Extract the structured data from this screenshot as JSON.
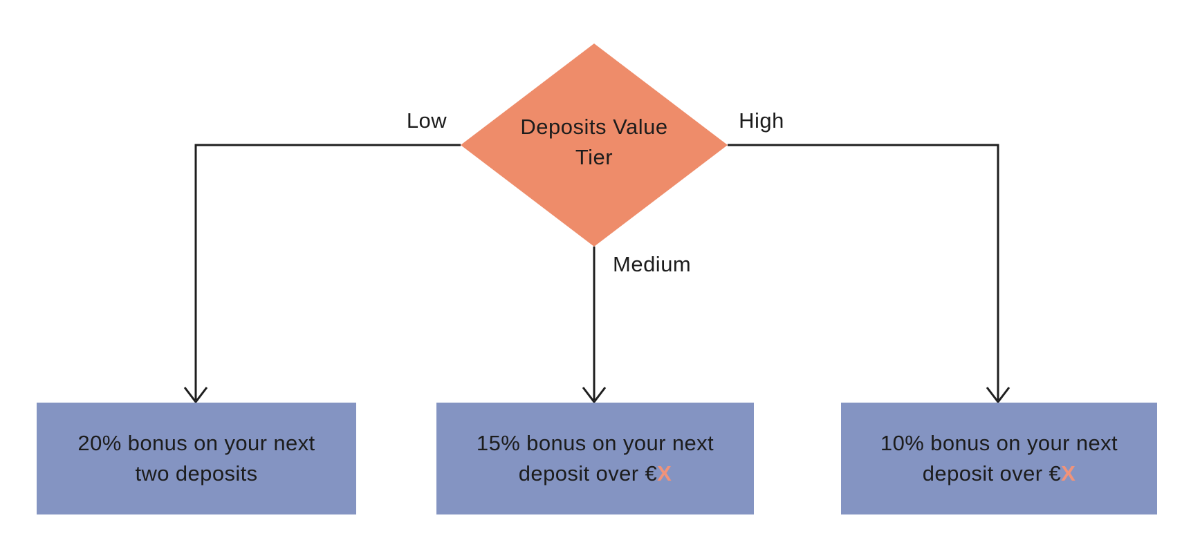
{
  "diagram": {
    "decision": {
      "line1": "Deposits Value",
      "line2": "Tier"
    },
    "branches": [
      {
        "label": "Low"
      },
      {
        "label": "Medium"
      },
      {
        "label": "High"
      }
    ],
    "outcomes": [
      {
        "line1": "20% bonus on your next",
        "line2": "two deposits",
        "highlight": ""
      },
      {
        "line1": "15% bonus on your next",
        "line2": "deposit over €",
        "highlight": "X"
      },
      {
        "line1": "10% bonus on your next",
        "line2": "deposit over €",
        "highlight": "X"
      }
    ]
  },
  "colors": {
    "accent": "#EE8C6A",
    "highlight": "#F0937A",
    "node_fill": "#8494C2",
    "line": "#1E1E1E",
    "text": "#1C1C1C",
    "background": "#FFFFFF"
  }
}
